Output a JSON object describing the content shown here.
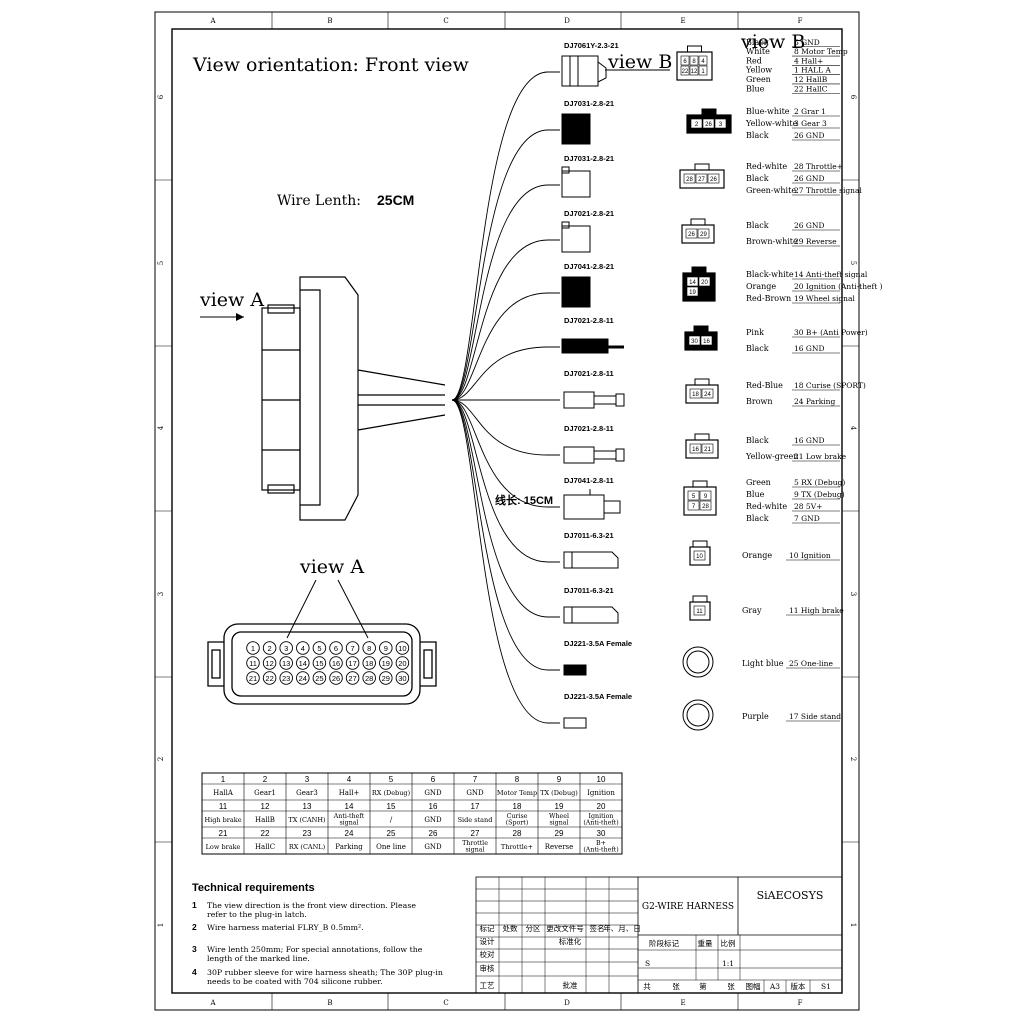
{
  "frame": {
    "col_letters": [
      "A",
      "B",
      "C",
      "D",
      "E",
      "F"
    ],
    "row_numbers": [
      "6",
      "5",
      "4",
      "3",
      "2",
      "1"
    ]
  },
  "titles": {
    "orientation": "View orientation: Front view",
    "wire_length_label": "Wire Lenth:",
    "wire_length_value": "25CM",
    "view_a_main": "view A",
    "view_a_diagram": "view A",
    "view_b_top": "view B",
    "view_b_arrow": "view B",
    "short_length": "线长: 15CM"
  },
  "connectors": [
    {
      "id": "DJ7061Y-2.3-21"
    },
    {
      "id": "DJ7031-2.8-21"
    },
    {
      "id": "DJ7031-2.8-21"
    },
    {
      "id": "DJ7021-2.8-21"
    },
    {
      "id": "DJ7041-2.8-21"
    },
    {
      "id": "DJ7021-2.8-11"
    },
    {
      "id": "DJ7021-2.8-11"
    },
    {
      "id": "DJ7021-2.8-11"
    },
    {
      "id": "DJ7041-2.8-11"
    },
    {
      "id": "DJ7011-6.3-21"
    },
    {
      "id": "DJ7011-6.3-21"
    },
    {
      "id": "DJ221-3.5A Female"
    },
    {
      "id": "DJ221-3.5A Female"
    }
  ],
  "pin_groups": [
    {
      "pins": [
        "6",
        "8",
        "4",
        "22",
        "12",
        "1"
      ],
      "wires": [
        [
          "Black",
          "6 GND"
        ],
        [
          "White",
          "8 Motor Temp"
        ],
        [
          "Red",
          "4 Hall+"
        ],
        [
          "Yellow",
          "1 HALL A"
        ],
        [
          "Green",
          "12 HallB"
        ],
        [
          "Blue",
          "22 HallC"
        ]
      ]
    },
    {
      "pins": [
        "2",
        "26",
        "3"
      ],
      "wires": [
        [
          "Blue-white",
          "2 Grar 1"
        ],
        [
          "Yellow-white",
          "3 Gear 3"
        ],
        [
          "Black",
          "26 GND"
        ]
      ]
    },
    {
      "pins": [
        "28",
        "27",
        "26"
      ],
      "wires": [
        [
          "Red-white",
          "28 Throttle+"
        ],
        [
          "Black",
          "26 GND"
        ],
        [
          "Green-white",
          "27 Throttle signal"
        ]
      ]
    },
    {
      "pins": [
        "26",
        "29"
      ],
      "wires": [
        [
          "Black",
          "26 GND"
        ],
        [
          "Brown-white",
          "29 Reverse"
        ]
      ]
    },
    {
      "pins": [
        "14",
        "20",
        "19"
      ],
      "wires": [
        [
          "Black-white",
          "14 Anti-theft signal"
        ],
        [
          "Orange",
          "20 Ignition (Anti-theft )"
        ],
        [
          "Red-Brown",
          "19 Wheel signal"
        ]
      ]
    },
    {
      "pins": [
        "30",
        "16"
      ],
      "wires": [
        [
          "Pink",
          "30 B+ (Anti Power)"
        ],
        [
          "Black",
          "16 GND"
        ]
      ]
    },
    {
      "pins": [
        "18",
        "24"
      ],
      "wires": [
        [
          "Red-Blue",
          "18 Curise (SPORT)"
        ],
        [
          "Brown",
          "24 Parking"
        ]
      ]
    },
    {
      "pins": [
        "16",
        "21"
      ],
      "wires": [
        [
          "Black",
          "16 GND"
        ],
        [
          "Yellow-green",
          "21 Low brake"
        ]
      ]
    },
    {
      "pins": [
        "5",
        "9",
        "7",
        "28"
      ],
      "wires": [
        [
          "Green",
          "5 RX (Debug)"
        ],
        [
          "Blue",
          "9 TX (Debug)"
        ],
        [
          "Red-white",
          "28 5V+"
        ],
        [
          "Black",
          "7 GND"
        ]
      ]
    },
    {
      "pins": [
        "10"
      ],
      "wires": [
        [
          "Orange",
          "10 Ignition"
        ]
      ]
    },
    {
      "pins": [
        "11"
      ],
      "wires": [
        [
          "Gray",
          "11 High brake"
        ]
      ]
    },
    {
      "pins": [],
      "wires": [
        [
          "Light blue",
          "25 One-line"
        ]
      ]
    },
    {
      "pins": [],
      "wires": [
        [
          "Purple",
          "17 Side stand"
        ]
      ]
    }
  ],
  "pin_table": {
    "rows": [
      {
        "nums": [
          "1",
          "2",
          "3",
          "4",
          "5",
          "6",
          "7",
          "8",
          "9",
          "10"
        ],
        "labels": [
          "HallA",
          "Gear1",
          "Gear3",
          "Hall+",
          "RX (Debug)",
          "GND",
          "GND",
          "Motor Temp",
          "TX (Debug)",
          "Ignition"
        ]
      },
      {
        "nums": [
          "11",
          "12",
          "13",
          "14",
          "15",
          "16",
          "17",
          "18",
          "19",
          "20"
        ],
        "labels": [
          "High brake",
          "HallB",
          "TX (CANH)",
          "Anti-theft signal",
          "/",
          "GND",
          "Side stand",
          "Curise (Sport)",
          "Wheel signal",
          "Ignition (Anti-theft)"
        ]
      },
      {
        "nums": [
          "21",
          "22",
          "23",
          "24",
          "25",
          "26",
          "27",
          "28",
          "29",
          "30"
        ],
        "labels": [
          "Low brake",
          "HallC",
          "RX (CANL)",
          "Parking",
          "One line",
          "GND",
          "Throttle signal",
          "Throttle+",
          "Reverse",
          "B+ (Anti-theft)"
        ]
      }
    ]
  },
  "tech_requirements": {
    "heading": "Technical requirements",
    "items": [
      {
        "num": "1",
        "text": "The view direction is the front view direction. Please refer to the plug-in latch."
      },
      {
        "num": "2",
        "text": "Wire harness material FLRY_B  0.5mm².",
        "mixed": true
      },
      {
        "num": "3",
        "text": "Wire lenth 250mm; For special annotations, follow the length of the marked line."
      },
      {
        "num": "4",
        "text": "30P rubber sleeve for wire harness sheath; The 30P plug-in needs to be coated with 704 silicone rubber."
      }
    ]
  },
  "title_block": {
    "drawing_name": "G2-WIRE HARNESS",
    "company": "SiAECOSYS",
    "rev_headers": [
      "标记",
      "处数",
      "分区",
      "更改文件号",
      "签名",
      "年、月、日"
    ],
    "roles": [
      "设计",
      "校对",
      "审核",
      "工艺"
    ],
    "standardize": "标准化",
    "approve": "批准",
    "stage_label": "阶段标记",
    "weight_label": "重量",
    "scale_label": "比例",
    "stage_value": "S",
    "scale_value": "1:1",
    "sheet_total": "共",
    "sheet_unit": "张",
    "sheet_no": "第",
    "sheet_unit2": "张",
    "format_label": "图幅",
    "format_value": "A3",
    "version_label": "版本",
    "version_value": "S1"
  }
}
